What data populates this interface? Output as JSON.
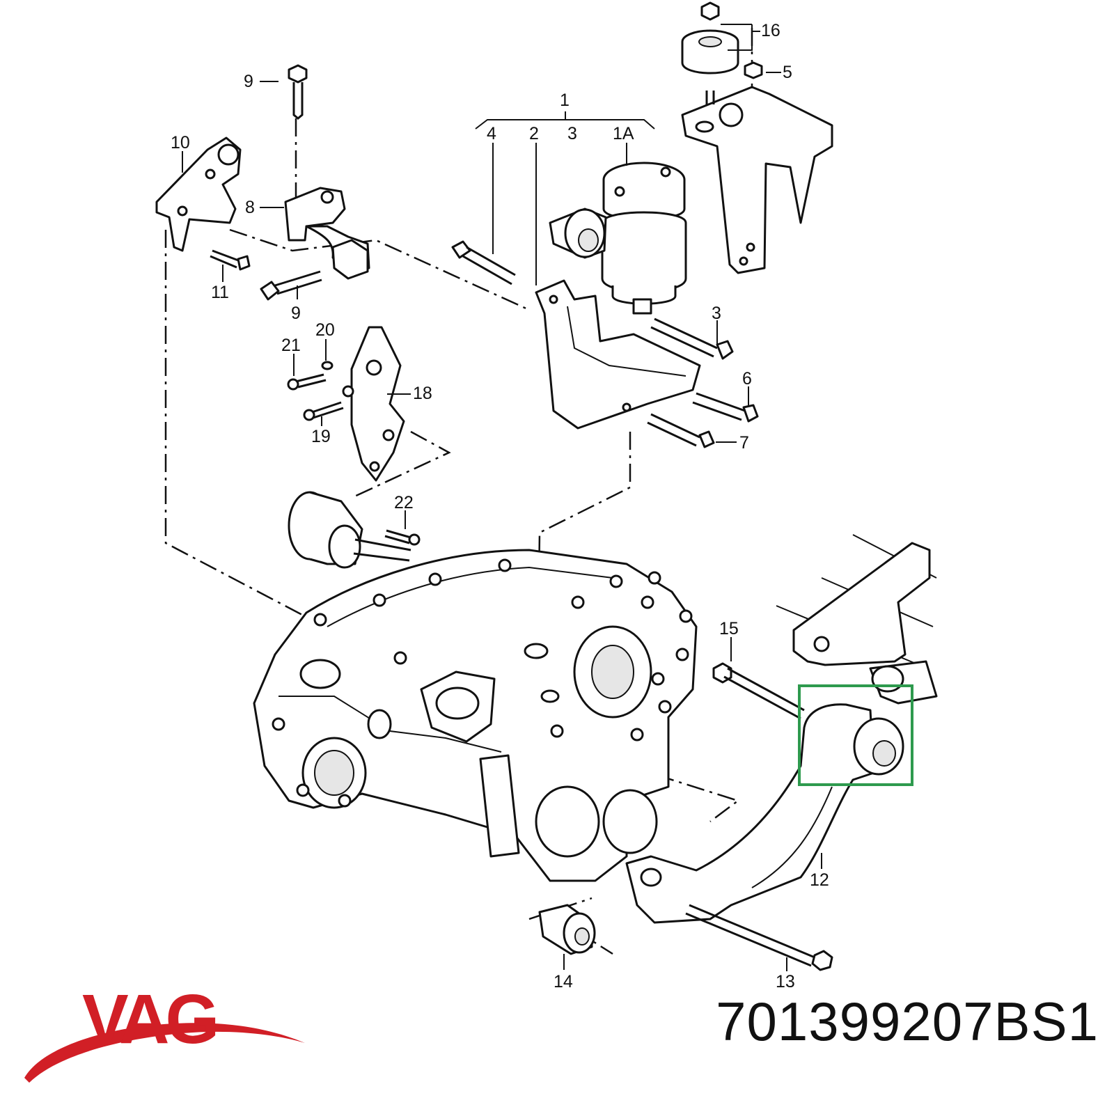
{
  "brand": {
    "name": "VAG",
    "color": "#d11f26"
  },
  "part_number": "701399207BS1",
  "highlight": {
    "color": "#2e9a4e",
    "target_callout": "12"
  },
  "callouts": {
    "c1": "1",
    "c1A": "1A",
    "c2": "2",
    "c3a": "3",
    "c3b": "3",
    "c4": "4",
    "c5": "5",
    "c6": "6",
    "c7": "7",
    "c8": "8",
    "c9a": "9",
    "c9b": "9",
    "c10": "10",
    "c11": "11",
    "c12": "12",
    "c13": "13",
    "c14": "14",
    "c15": "15",
    "c16": "16",
    "c18": "18",
    "c19": "19",
    "c20": "20",
    "c21": "21",
    "c22": "22"
  }
}
